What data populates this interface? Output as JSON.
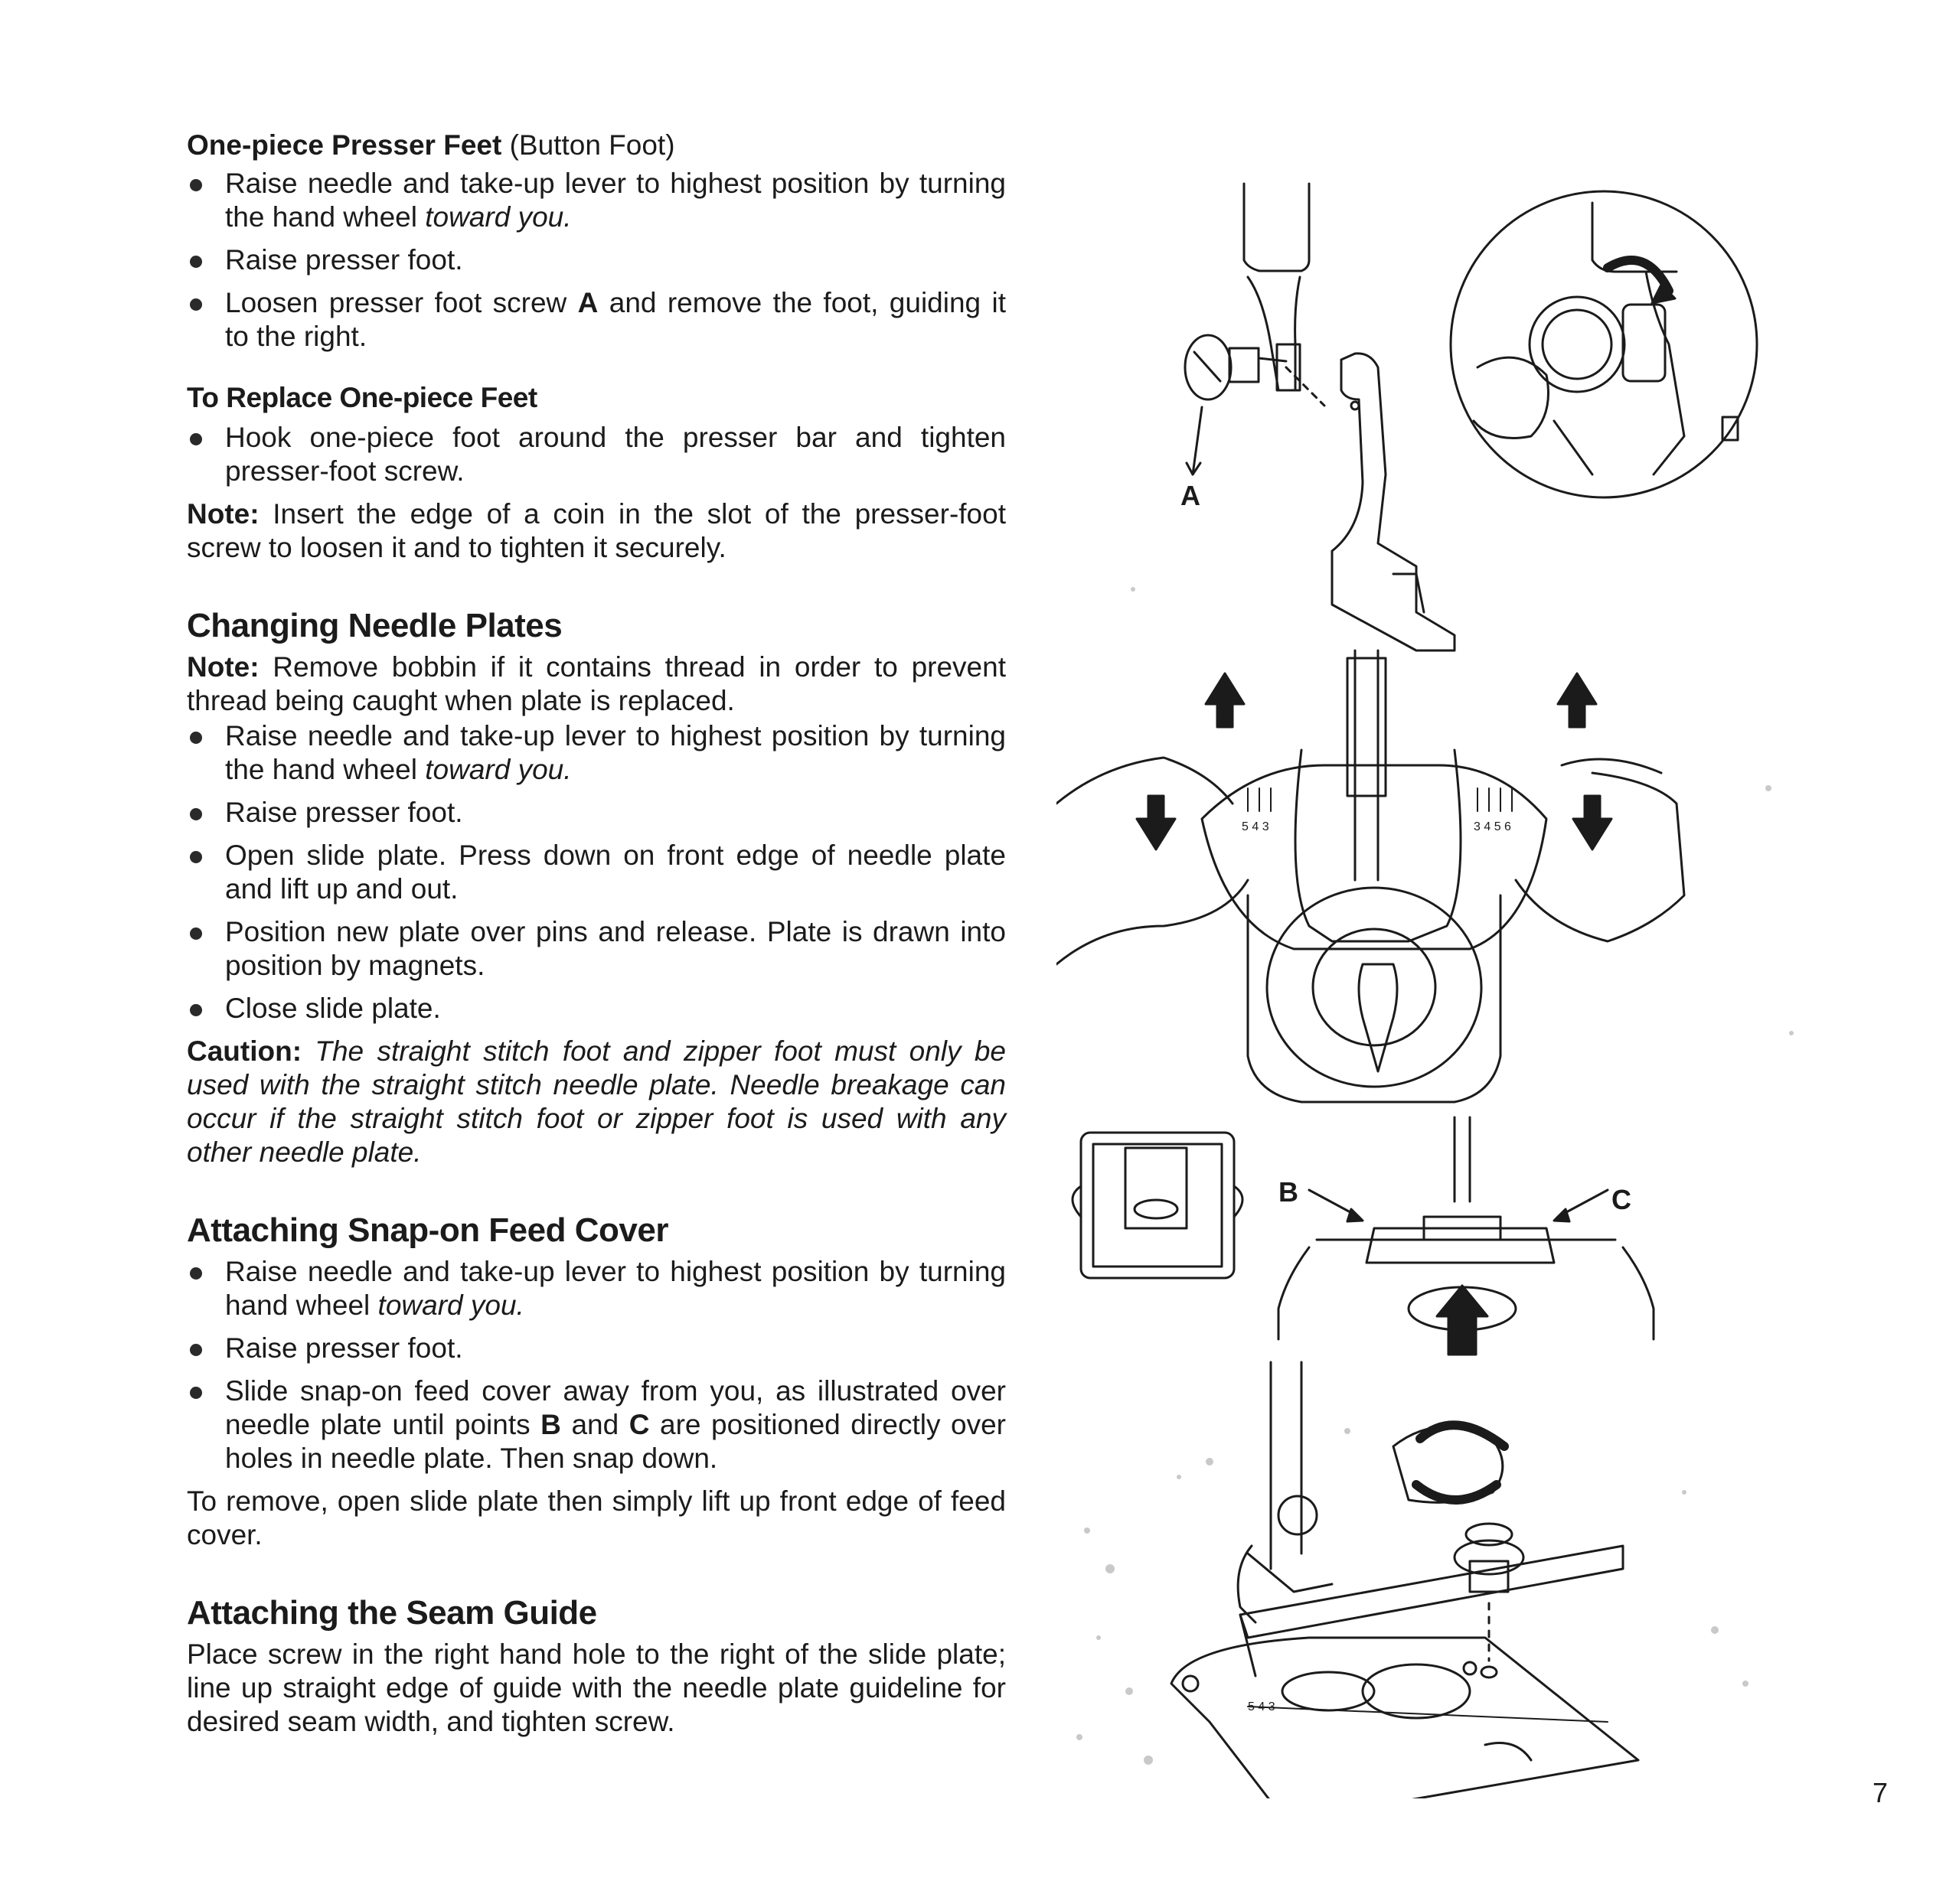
{
  "section1": {
    "title_bold": "One-piece Presser Feet",
    "title_rest": " (Button Foot)",
    "bullets": {
      "b1_pre": "Raise needle and take-up lever to highest position by turning the hand wheel ",
      "b1_em": "toward you.",
      "b2": "Raise presser foot.",
      "b3_pre": "Loosen presser foot screw ",
      "b3_bold": "A",
      "b3_post": " and remove the foot, guiding it to the right."
    }
  },
  "section2": {
    "title": "To Replace One-piece Feet",
    "bullet": "Hook one-piece foot around the presser bar and tighten presser-foot screw.",
    "note_label": "Note:",
    "note_text": " Insert the edge of a coin in the slot of the presser-foot screw to loosen it and to tighten it securely."
  },
  "section3": {
    "title": "Changing Needle Plates",
    "note_label": "Note:",
    "note_text": " Remove bobbin if it contains thread in order to prevent thread being caught when plate is replaced.",
    "bullets": {
      "b1_pre": "Raise needle and take-up lever to highest position by turning the hand wheel ",
      "b1_em": "toward you.",
      "b2": "Raise presser foot.",
      "b3": "Open slide plate. Press down on front edge of needle plate and lift up and out.",
      "b4": "Position new plate over pins and release. Plate is drawn into position by magnets.",
      "b5": "Close slide plate."
    },
    "caution_label": "Caution:",
    "caution_text": " The straight stitch foot and zipper foot must only be used with the straight stitch needle plate. Needle breakage can occur if the straight stitch foot or zipper foot is used with any other needle plate."
  },
  "section4": {
    "title": "Attaching Snap-on Feed Cover",
    "bullets": {
      "b1_pre": "Raise needle and take-up lever to highest position by turning hand wheel ",
      "b1_em": "toward you.",
      "b2": "Raise presser foot.",
      "b3_pre": "Slide snap-on feed cover away from you, as illustrated over needle plate until points ",
      "b3_b": "B",
      "b3_mid": " and ",
      "b3_c": "C",
      "b3_post": " are positioned directly over holes in needle plate. Then snap down."
    },
    "remove_text": "To remove, open slide plate then simply lift up front edge of feed cover."
  },
  "section5": {
    "title": "Attaching the Seam Guide",
    "text": "Place screw in the right hand hole to the right of the slide plate; line up straight edge of guide with the needle plate guideline for desired seam width, and tighten screw."
  },
  "figures": {
    "fig1_label_a": "A",
    "fig2_left_scale": "5 4 3",
    "fig2_right_scale": "3 4 5 6",
    "fig3_label_b": "B",
    "fig3_label_c": "C",
    "fig4_scale": "5 4 3"
  },
  "page_number": "7",
  "colors": {
    "ink": "#1b1b1b",
    "paper": "#ffffff",
    "speckle": "#c9c9c9"
  }
}
